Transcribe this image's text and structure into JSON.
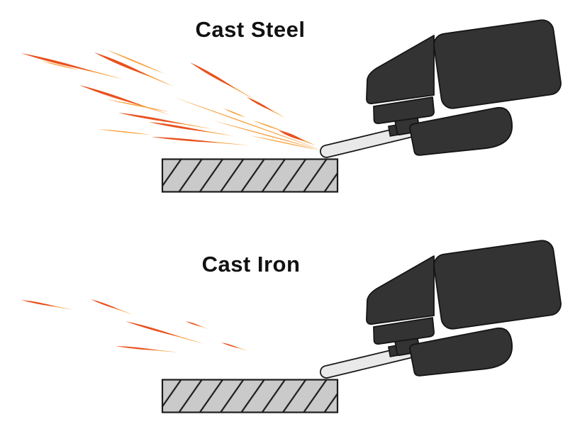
{
  "page": {
    "background": "#FFFFFF"
  },
  "panels": [
    {
      "id": "cast-steel",
      "title": "Cast Steel",
      "spark_count": 18
    },
    {
      "id": "cast-iron",
      "title": "Cast Iron",
      "spark_count": 6
    }
  ],
  "colors": {
    "spark_bright": "#E9511D",
    "spark_pale": "#F7A341",
    "tool_body": "#333333",
    "tool_outline": "#141414",
    "rod_fill": "#E9E9E9",
    "workpiece_fill": "#CACACA",
    "hatch_line": "#1C1C1C",
    "title_text": "#111111"
  },
  "sparks": {
    "cast_steel": [
      [
        175,
        112,
        30,
        75,
        3.5,
        "bright"
      ],
      [
        112,
        99,
        58,
        86,
        1.6,
        "pale"
      ],
      [
        245,
        122,
        133,
        74,
        4.0,
        "bright"
      ],
      [
        232,
        104,
        150,
        70,
        2.0,
        "pale"
      ],
      [
        360,
        141,
        268,
        88,
        3.5,
        "bright"
      ],
      [
        240,
        162,
        112,
        120,
        3.5,
        "bright"
      ],
      [
        300,
        182,
        167,
        159,
        3.0,
        "bright"
      ],
      [
        240,
        158,
        150,
        140,
        1.6,
        "pale"
      ],
      [
        330,
        192,
        210,
        172,
        3.0,
        "bright"
      ],
      [
        212,
        190,
        138,
        182,
        1.6,
        "pale"
      ],
      [
        352,
        205,
        213,
        193,
        2.6,
        "bright"
      ],
      [
        347,
        166,
        315,
        153,
        1.8,
        "pale"
      ],
      [
        402,
        166,
        348,
        137,
        3.0,
        "bright"
      ],
      [
        402,
        186,
        357,
        170,
        1.8,
        "pale"
      ],
      [
        445,
        205,
        393,
        184,
        4.0,
        "bright"
      ],
      [
        450,
        210,
        245,
        137,
        1.4,
        "pale"
      ],
      [
        451,
        211,
        300,
        170,
        1.4,
        "pale"
      ],
      [
        452,
        212,
        352,
        191,
        1.4,
        "pale"
      ]
    ],
    "cast_iron": [
      [
        103,
        437,
        30,
        423,
        2.4,
        "bright"
      ],
      [
        188,
        444,
        128,
        422,
        2.4,
        "bright"
      ],
      [
        288,
        485,
        177,
        453,
        2.8,
        "bright"
      ],
      [
        294,
        464,
        262,
        453,
        1.8,
        "bright"
      ],
      [
        252,
        497,
        163,
        488,
        2.2,
        "bright"
      ],
      [
        350,
        495,
        312,
        483,
        1.8,
        "bright"
      ]
    ]
  }
}
